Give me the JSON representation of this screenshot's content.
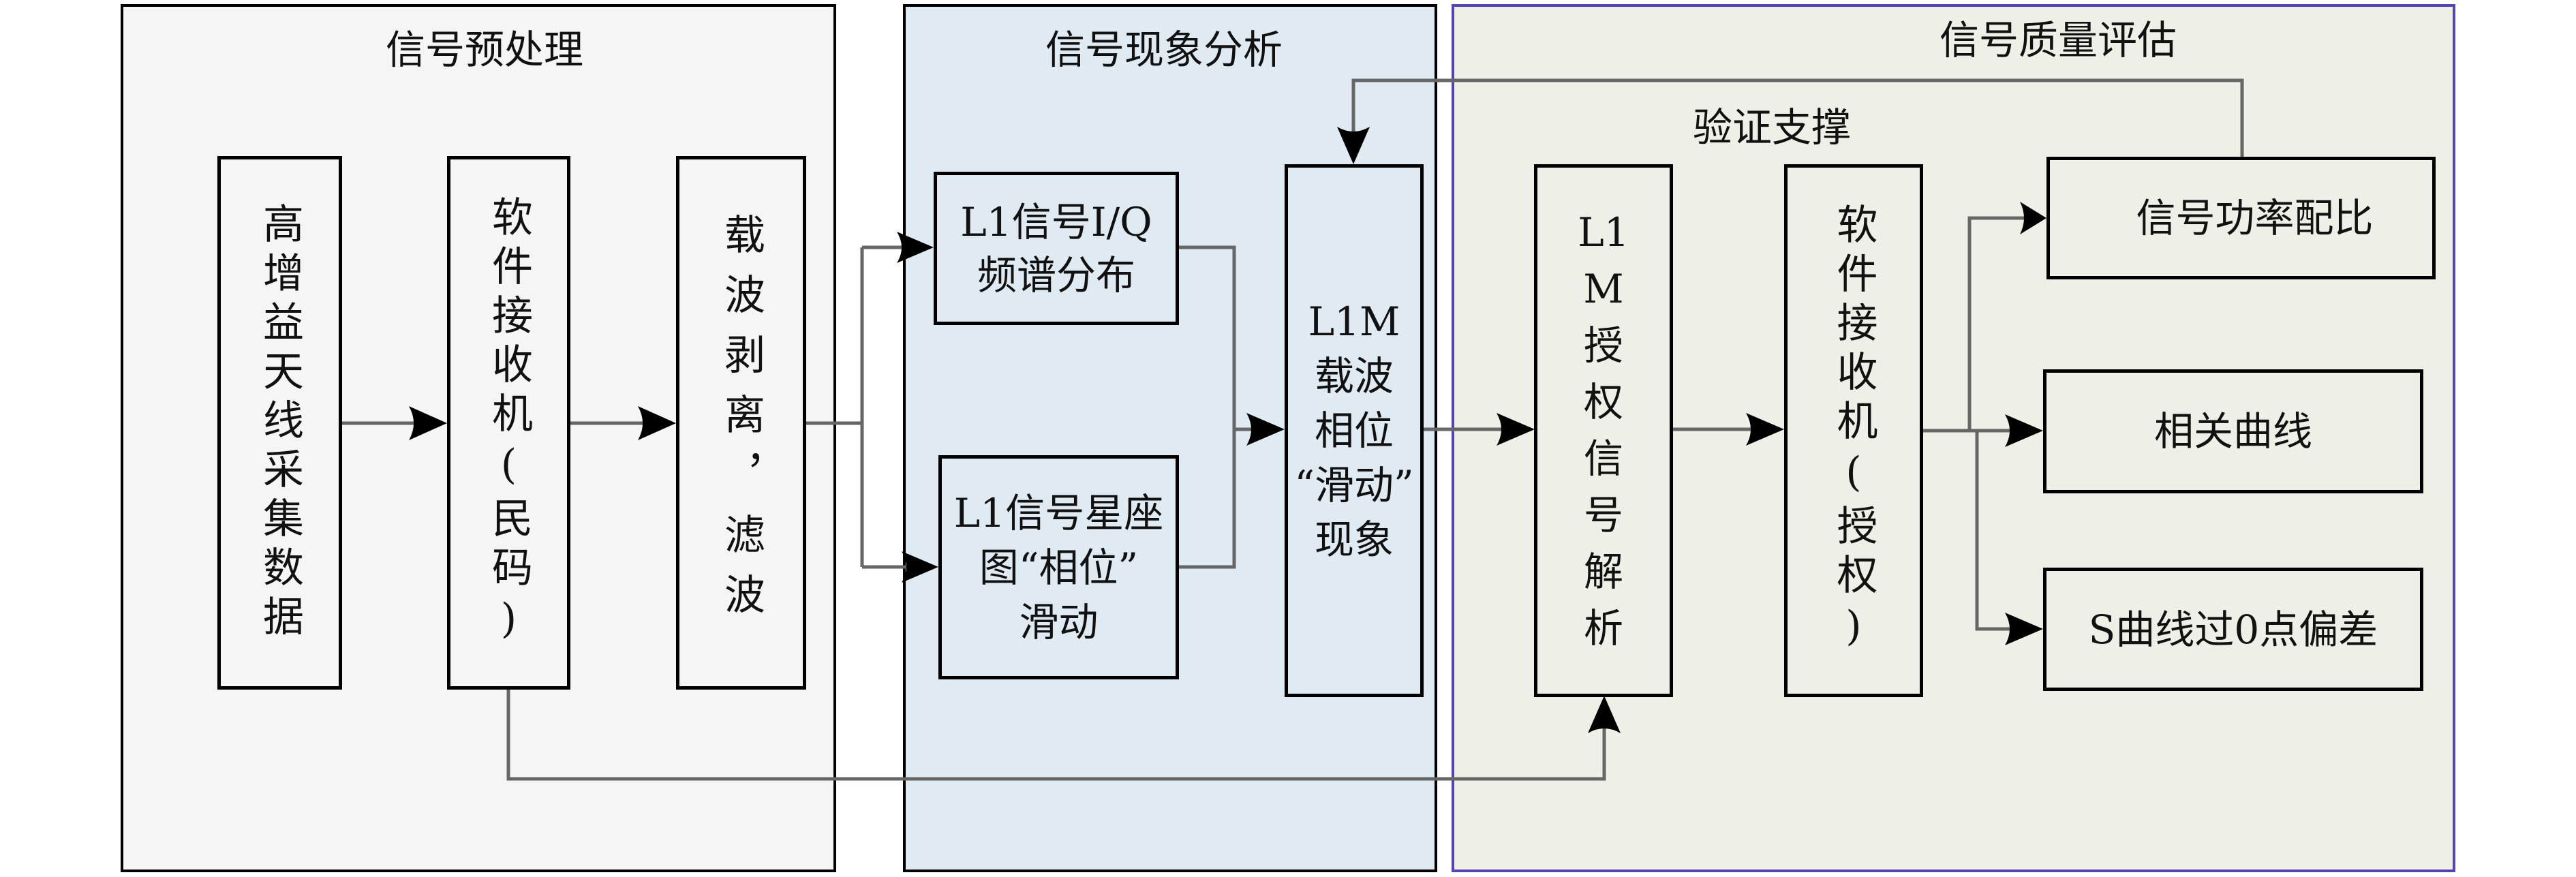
{
  "diagram": {
    "panels": [
      {
        "id": "preprocessing",
        "title": "信号预处理",
        "background": "#f5f5f5",
        "border": "#000000"
      },
      {
        "id": "phenomenon-analysis",
        "title": "信号现象分析",
        "background": "#e0eaf3",
        "border": "#000000"
      },
      {
        "id": "quality-assessment",
        "title": "信号质量评估",
        "background": "#eef0e7",
        "border": "#5543b3"
      }
    ],
    "sub_label": "验证支撑",
    "nodes": {
      "antenna": "高增益天线采集数据",
      "civil_receiver": "软件接收机(民码)",
      "carrier_strip": "载波剥离，滤波",
      "iq_spectrum": [
        "L1信号I/Q",
        "频谱分布"
      ],
      "constellation": [
        "L1信号星座",
        "图“相位”",
        "滑动"
      ],
      "l1m_phase": [
        "L1M",
        "载波",
        "相位",
        "“滑动”",
        "现象"
      ],
      "l1m_parse": [
        "L1",
        "M",
        "授",
        "权",
        "信",
        "号",
        "解",
        "析"
      ],
      "auth_receiver": "软件接收机(授权)",
      "power_ratio": "信号功率配比",
      "correlation": "相关曲线",
      "s_curve": "S曲线过0点偏差"
    },
    "edges": [
      {
        "from": "antenna",
        "to": "civil_receiver"
      },
      {
        "from": "civil_receiver",
        "to": "carrier_strip"
      },
      {
        "from": "carrier_strip",
        "to": "iq_spectrum"
      },
      {
        "from": "carrier_strip",
        "to": "constellation"
      },
      {
        "from": "iq_spectrum",
        "to": "l1m_phase"
      },
      {
        "from": "constellation",
        "to": "l1m_phase"
      },
      {
        "from": "l1m_phase",
        "to": "l1m_parse"
      },
      {
        "from": "civil_receiver",
        "to": "l1m_parse"
      },
      {
        "from": "l1m_parse",
        "to": "auth_receiver"
      },
      {
        "from": "auth_receiver",
        "to": "power_ratio"
      },
      {
        "from": "auth_receiver",
        "to": "correlation"
      },
      {
        "from": "auth_receiver",
        "to": "s_curve"
      },
      {
        "from": "power_ratio",
        "to": "l1m_phase"
      }
    ],
    "colors": {
      "wire": "#666666",
      "arrow": "#000000",
      "box_border": "#000000"
    }
  }
}
